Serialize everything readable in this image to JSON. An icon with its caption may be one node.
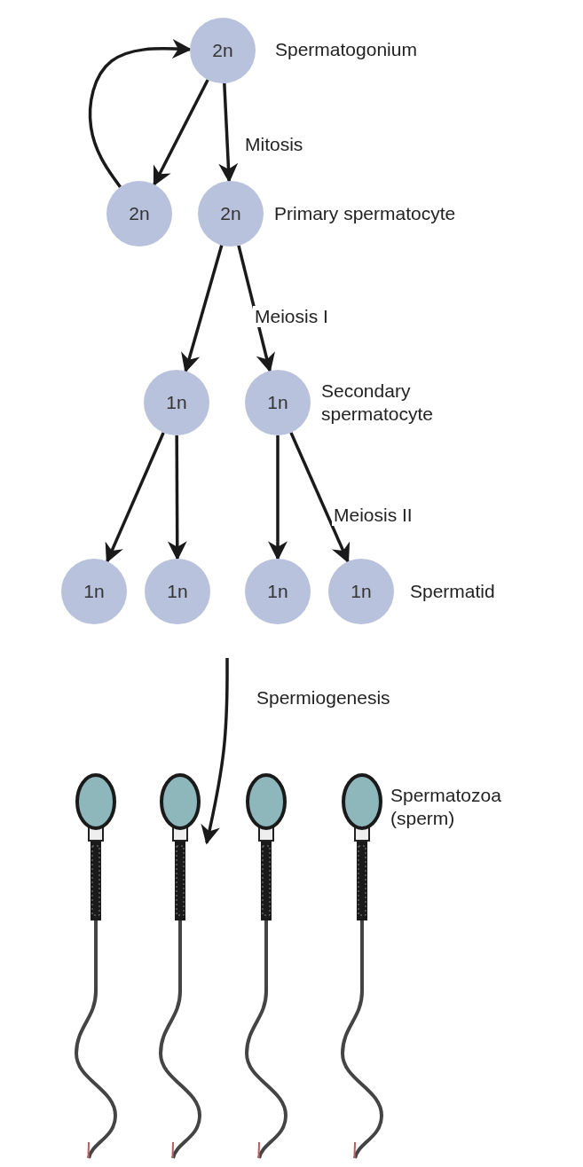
{
  "diagram": {
    "nodes": [
      {
        "text": [
          "2n"
        ],
        "beside": [
          "Spermatogonium"
        ]
      },
      {
        "text": [
          "2n"
        ]
      },
      {
        "text": [
          "2n"
        ],
        "beside": [
          "Primary spermatocyte"
        ]
      },
      {
        "text": [
          "1n"
        ]
      },
      {
        "text": [
          "1n"
        ],
        "beside": [
          "Secondary spermatocyte"
        ]
      },
      {
        "text": [
          "1n"
        ]
      },
      {
        "text": [
          "1n"
        ]
      },
      {
        "text": [
          "1n"
        ]
      },
      {
        "text": [
          "1n"
        ],
        "beside": [
          "Spermatid"
        ]
      },
      {
        "text": [],
        "shape": "picture"
      },
      {
        "text": [],
        "shape": "picture"
      },
      {
        "text": [],
        "shape": "picture"
      },
      {
        "text": [],
        "shape": "picture",
        "beside": [
          "Spermatozoa (sperm)"
        ]
      }
    ],
    "edges": [
      {
        "from": 0,
        "to": 1,
        "arrow": "to"
      },
      {
        "from": 0,
        "to": 2,
        "arrow": "to",
        "label": "Mitosis"
      },
      {
        "from": 1,
        "to": 0,
        "arrow": "to"
      },
      {
        "from": 2,
        "to": 3,
        "arrow": "to"
      },
      {
        "from": 2,
        "to": 4,
        "arrow": "to",
        "label": "Meiosis I"
      },
      {
        "from": 3,
        "to": 5,
        "arrow": "to"
      },
      {
        "from": 3,
        "to": 6,
        "arrow": "to"
      },
      {
        "from": 4,
        "to": 7,
        "arrow": "to"
      },
      {
        "from": 4,
        "to": 8,
        "arrow": "to",
        "label": "Meiosis II"
      },
      {
        "from": null,
        "to": 10,
        "arrow": "to",
        "label": "Spermiogenesis"
      }
    ]
  }
}
